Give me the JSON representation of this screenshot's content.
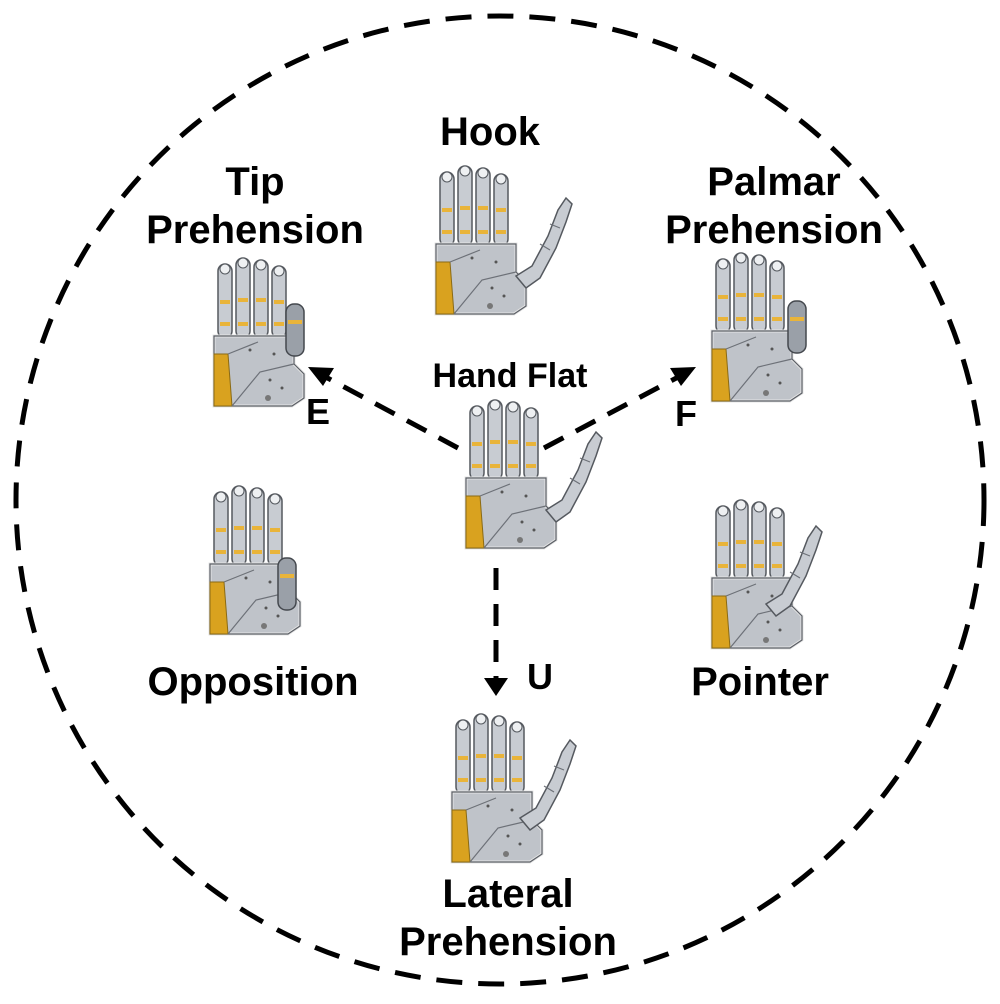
{
  "center": {
    "label": "Hand Flat"
  },
  "grips": {
    "hook": "Hook",
    "tip": [
      "Tip",
      "Prehension"
    ],
    "palmar": [
      "Palmar",
      "Prehension"
    ],
    "opposition": "Opposition",
    "pointer": "Pointer",
    "lateral": [
      "Lateral",
      "Prehension"
    ]
  },
  "arrows": {
    "left": "E",
    "right": "F",
    "down": "U"
  },
  "colors": {
    "yellow": "#d9a21f",
    "palm": "#b9bec6",
    "outline": "#000000"
  }
}
